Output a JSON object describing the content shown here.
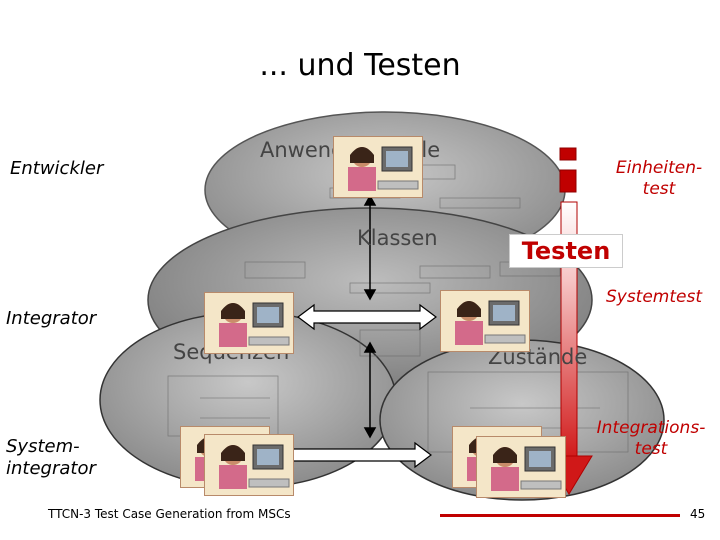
{
  "slide": {
    "title": "... und Testen",
    "page_number": "45",
    "footer": "TTCN-3 Test Case Generation from MSCs"
  },
  "roles": {
    "entwickler": "Entwickler",
    "integrator": "Integrator",
    "systemintegrator_line1": "System-",
    "systemintegrator_line2": "integrator"
  },
  "layers": {
    "anwendungsfaelle": "Anwendungsfälle",
    "klassen": "Klassen",
    "sequenzen": "Sequenzen",
    "zustaende": "Zustände"
  },
  "tests": {
    "testen": "Testen",
    "einheitentest_line1": "Einheiten-",
    "einheitentest_line2": "test",
    "systemtest": "Systemtest",
    "integrationstest_line1": "Integrations-",
    "integrationstest_line2": "test"
  },
  "colors": {
    "accent_red": "#c00000",
    "ellipse_gray": "#a0a0a0"
  },
  "icons": {
    "person_at_computer": "person-at-computer-icon",
    "arrow": "double-arrow-icon"
  }
}
